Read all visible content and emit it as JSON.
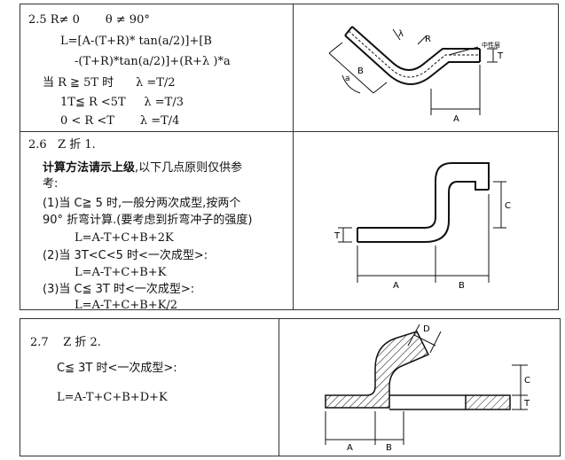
{
  "section1": {
    "heading": "2.5 R≠ 0       θ ≠ 90°",
    "formula_line1": "L=[A-(T+R)* tan(a/2)]+[B",
    "formula_line2": "-(T+R)*tan(a/2)]+(R+λ )*a",
    "rule1": "当 R ≧ 5T 时      λ =T/2",
    "rule2": "1T≦ R <5T     λ =T/3",
    "rule3": "0 < R <T       λ =T/4",
    "diagram": {
      "label_lambda": "λ",
      "label_R": "R",
      "label_neutral": "中性层",
      "label_B": "B",
      "label_a": "a",
      "label_A": "A",
      "label_T": "T"
    }
  },
  "section2": {
    "heading": "2.6   Z 折 1.",
    "intro_bold": "计算方法请示上级",
    "intro_rest": ",以下几点原则仅供参",
    "intro_line2": "考:",
    "case1_line1": "(1)当 C≧ 5 时,一般分两次成型,按两个",
    "case1_line2": "90° 折弯计算.(要考虑到折弯冲子的强度)",
    "case1_formula": "L=A-T+C+B+2K",
    "case2_line1": "(2)当 3T<C<5 时<一次成型>:",
    "case2_formula": "L=A-T+C+B+K",
    "case3_line1": "(3)当 C≦ 3T 时<一次成型>:",
    "case3_formula": "L=A-T+C+B+K/2",
    "diagram": {
      "label_C": "C",
      "label_T": "T",
      "label_A": "A",
      "label_B": "B"
    }
  },
  "section3": {
    "heading": "2.7    Z 折 2.",
    "condition": "C≦ 3T 时<一次成型>:",
    "formula": "L=A-T+C+B+D+K",
    "diagram": {
      "label_D": "D",
      "label_C": "C",
      "label_T": "T",
      "label_A": "A",
      "label_B": "B"
    }
  }
}
